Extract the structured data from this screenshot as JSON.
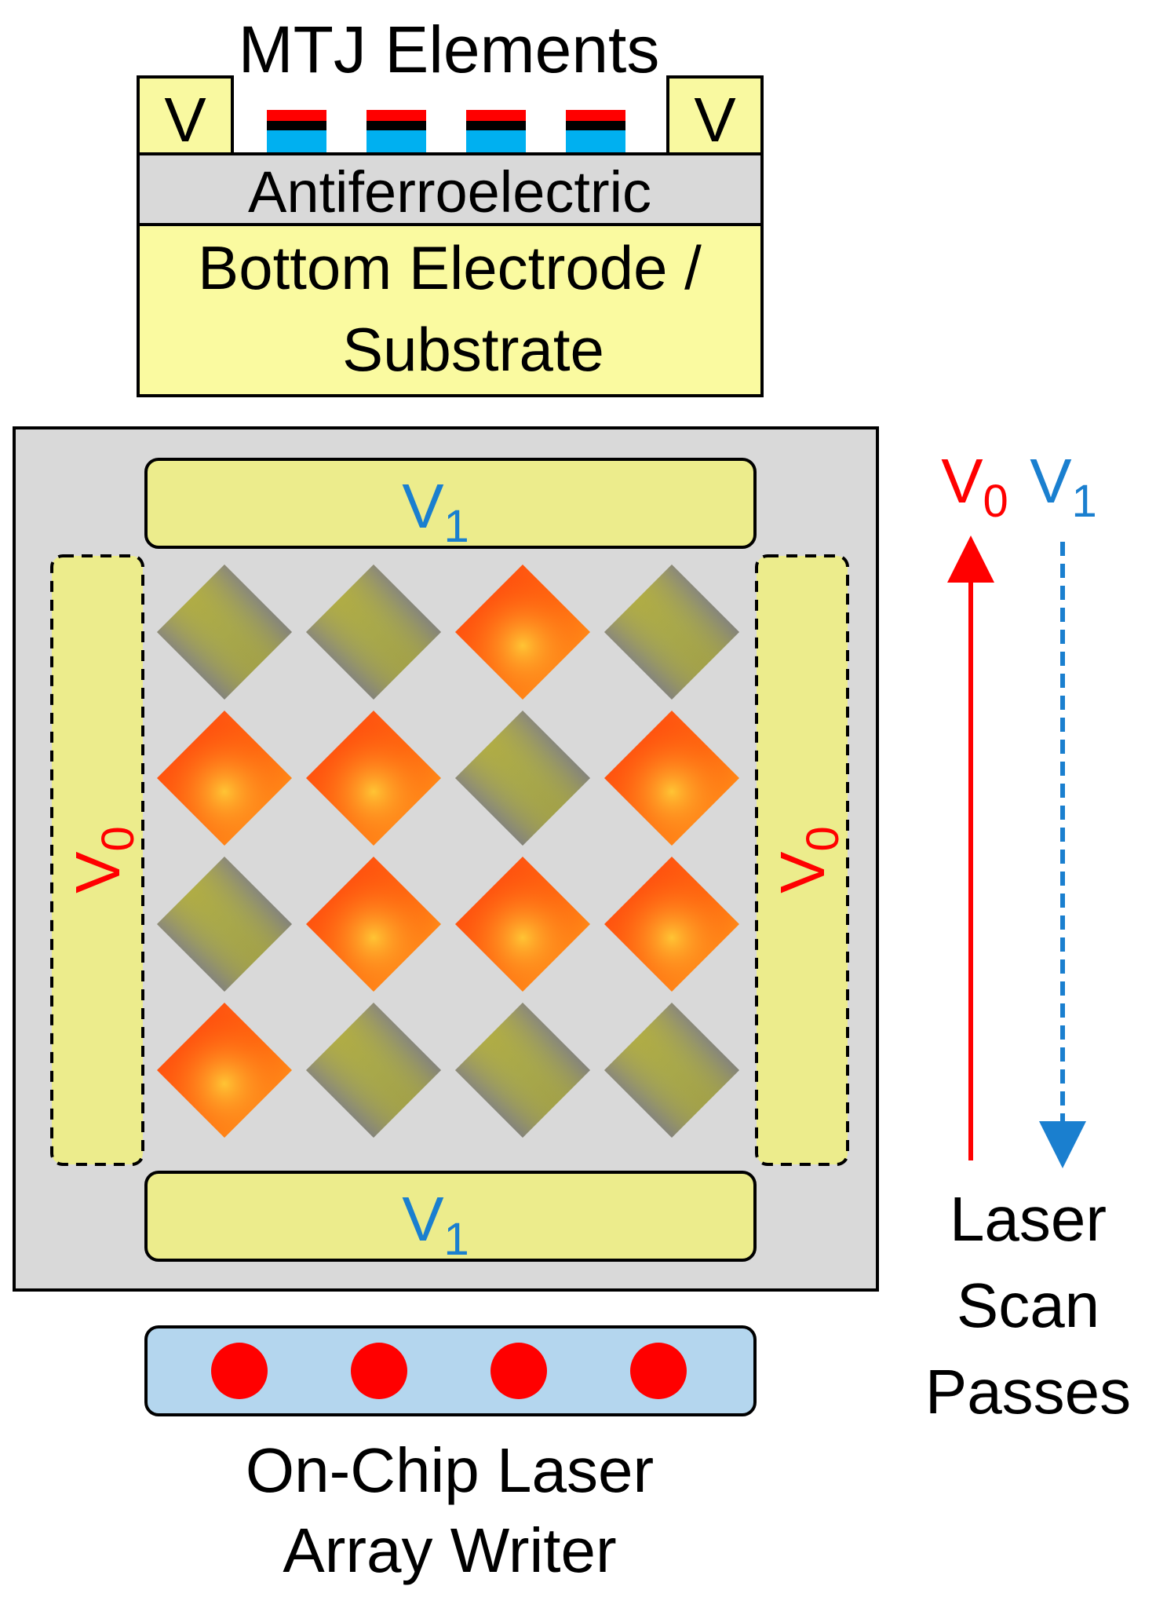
{
  "cross_section": {
    "title": "MTJ Elements",
    "contact_left": "V",
    "contact_right": "V",
    "ferro_layer": "Antiferroelectric",
    "substrate_line1": "Bottom Electrode /",
    "substrate_line2": "Substrate"
  },
  "top_view": {
    "electrode_top": {
      "base": "V",
      "sub": "1"
    },
    "electrode_bottom": {
      "base": "V",
      "sub": "1"
    },
    "electrode_left": {
      "base": "V",
      "sub": "0"
    },
    "electrode_right": {
      "base": "V",
      "sub": "0"
    },
    "mtj_grid": [
      [
        "blue",
        "blue",
        "red",
        "blue"
      ],
      [
        "red",
        "red",
        "blue",
        "red"
      ],
      [
        "blue",
        "red",
        "red",
        "red"
      ],
      [
        "red",
        "blue",
        "blue",
        "blue"
      ]
    ]
  },
  "laser_writer": {
    "spot_count": 4,
    "caption_line1": "On-Chip Laser",
    "caption_line2": "Array Writer"
  },
  "scan_legend": {
    "v0": {
      "base": "V",
      "sub": "0"
    },
    "v1": {
      "base": "V",
      "sub": "1"
    },
    "caption_line1": "Laser",
    "caption_line2": "Scan",
    "caption_line3": "Passes"
  },
  "colors": {
    "electrode_yellow": "#f4f49c",
    "pad_yellow": "#ecec8c",
    "substrate_yellow": "#fafaa0",
    "panel_gray": "#d9d9d9",
    "ferro_gray": "#d9d9d9",
    "laser_bar": "#b4d6ee",
    "laser_red": "#ff0000",
    "v0_red": "#ff0000",
    "v1_blue": "#1a7fcf",
    "mtj_red": "#ff0000",
    "mtj_black": "#000000",
    "mtj_cyan": "#00b0f0"
  }
}
